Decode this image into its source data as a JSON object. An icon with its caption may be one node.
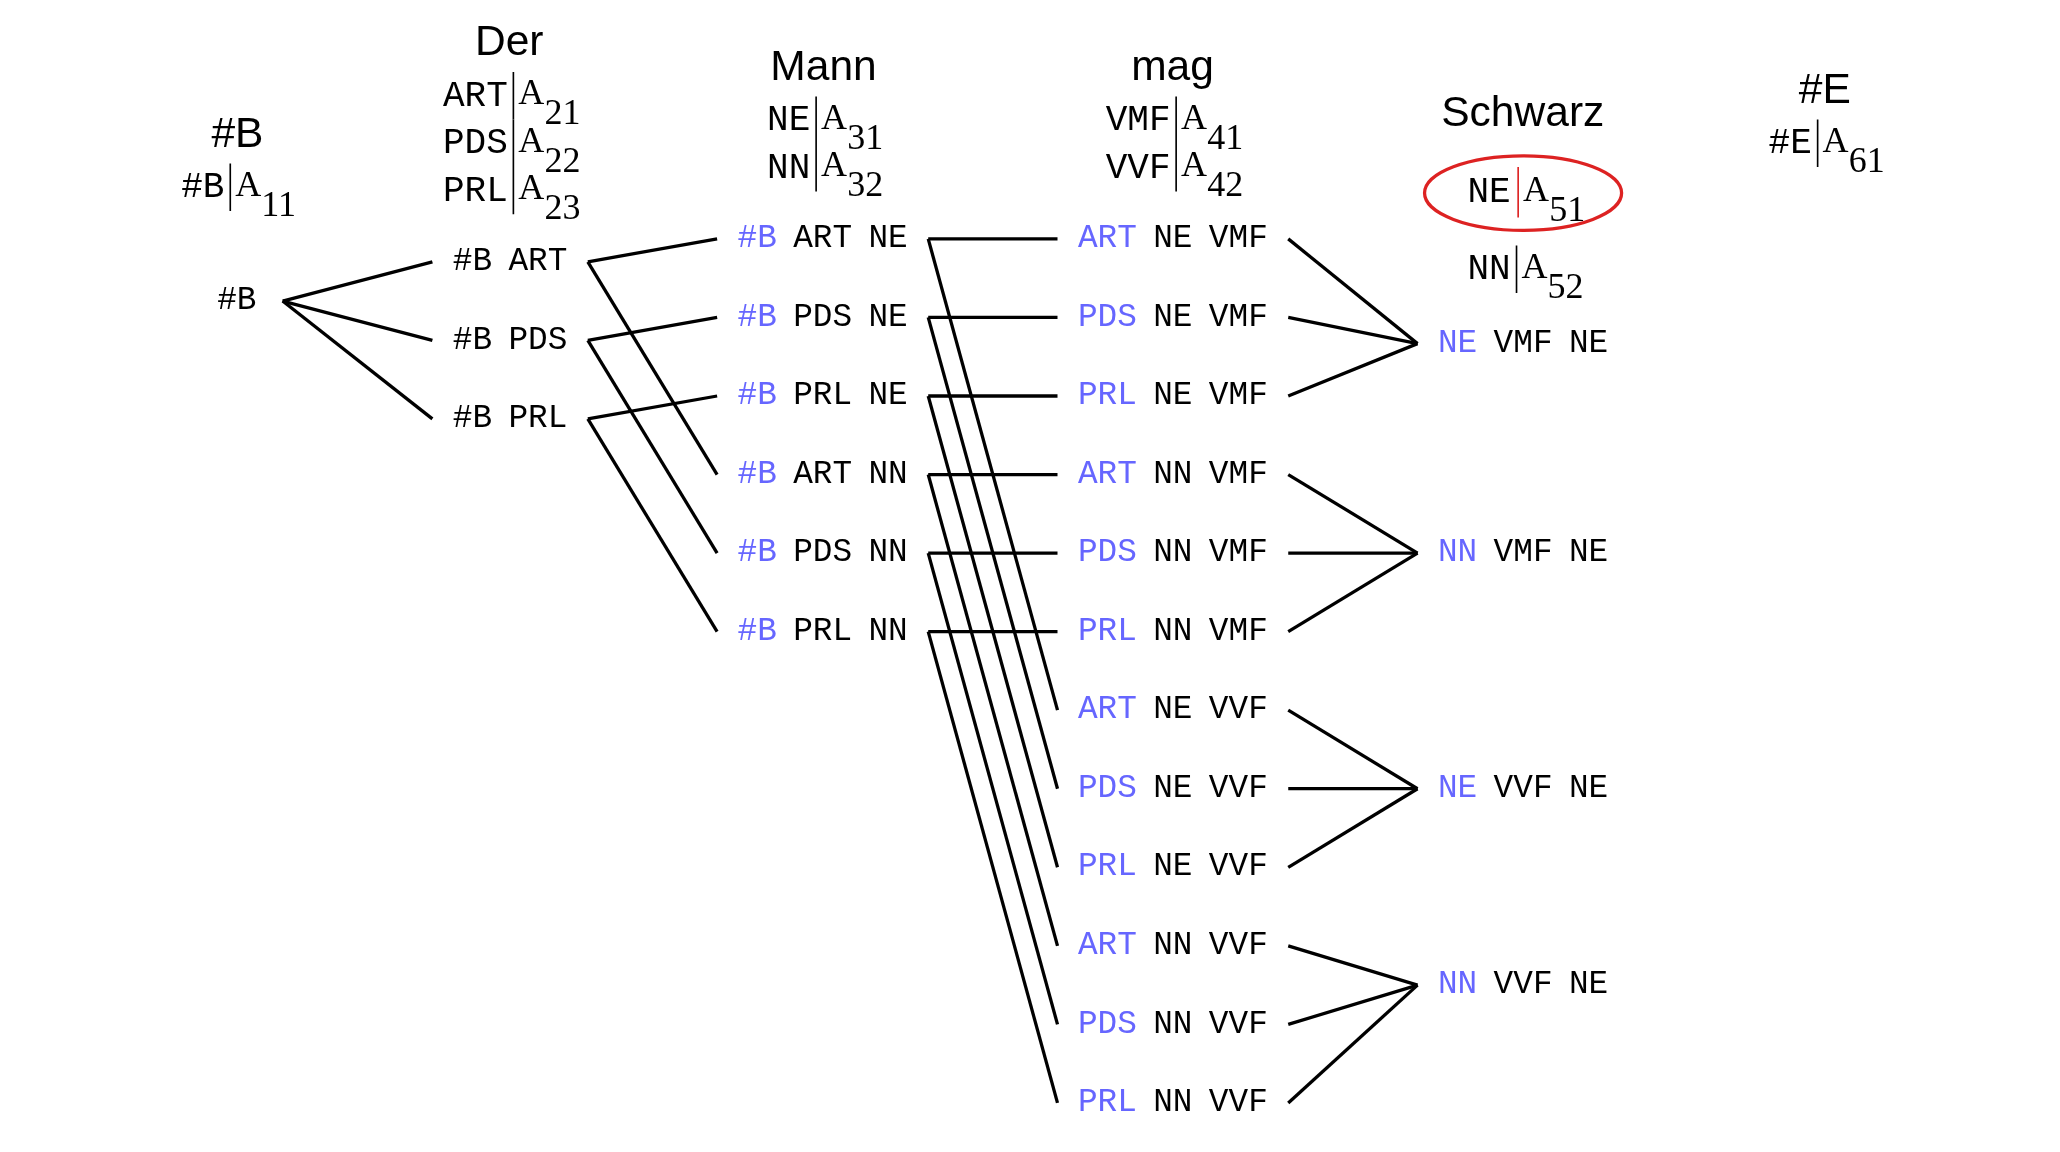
{
  "diagram": {
    "nodes": [
      {
        "text": [
          "#B"
        ]
      },
      {
        "text": [
          "#B ART"
        ]
      },
      {
        "text": [
          "#B PDS"
        ]
      },
      {
        "text": [
          "#B PRL"
        ]
      },
      {
        "text": [
          "#B ART NE"
        ]
      },
      {
        "text": [
          "#B PDS NE"
        ]
      },
      {
        "text": [
          "#B PRL NE"
        ]
      },
      {
        "text": [
          "#B ART NN"
        ]
      },
      {
        "text": [
          "#B PDS NN"
        ]
      },
      {
        "text": [
          "#B PRL NN"
        ]
      },
      {
        "text": [
          "ART NE VMF"
        ]
      },
      {
        "text": [
          "PDS NE VMF"
        ]
      },
      {
        "text": [
          "PRL NE VMF"
        ]
      },
      {
        "text": [
          "ART NN VMF"
        ]
      },
      {
        "text": [
          "PDS NN VMF"
        ]
      },
      {
        "text": [
          "PRL NN VMF"
        ]
      },
      {
        "text": [
          "ART NE VVF"
        ]
      },
      {
        "text": [
          "PDS NE VVF"
        ]
      },
      {
        "text": [
          "PRL NE VVF"
        ]
      },
      {
        "text": [
          "ART NN VVF"
        ]
      },
      {
        "text": [
          "PDS NN VVF"
        ]
      },
      {
        "text": [
          "PRL NN VVF"
        ]
      },
      {
        "text": [
          "NE VMF NE"
        ]
      },
      {
        "text": [
          "NN VMF NE"
        ]
      },
      {
        "text": [
          "NE VVF NE"
        ]
      },
      {
        "text": [
          "NN VVF NE"
        ]
      },
      {
        "text": [
          "NE",
          "A$_{51}$"
        ]
      }
    ],
    "edges": [
      {
        "from": 0,
        "to": 1,
        "arrow": "none"
      },
      {
        "from": 0,
        "to": 2,
        "arrow": "none"
      },
      {
        "from": 0,
        "to": 3,
        "arrow": "none"
      },
      {
        "from": 1,
        "to": 4,
        "arrow": "none"
      },
      {
        "from": 1,
        "to": 7,
        "arrow": "none"
      },
      {
        "from": 2,
        "to": 5,
        "arrow": "none"
      },
      {
        "from": 2,
        "to": 8,
        "arrow": "none"
      },
      {
        "from": 3,
        "to": 6,
        "arrow": "none"
      },
      {
        "from": 3,
        "to": 9,
        "arrow": "none"
      },
      {
        "from": 4,
        "to": 10,
        "arrow": "none"
      },
      {
        "from": 4,
        "to": 16,
        "arrow": "none"
      },
      {
        "from": 5,
        "to": 11,
        "arrow": "none"
      },
      {
        "from": 5,
        "to": 17,
        "arrow": "none"
      },
      {
        "from": 6,
        "to": 12,
        "arrow": "none"
      },
      {
        "from": 6,
        "to": 18,
        "arrow": "none"
      },
      {
        "from": 7,
        "to": 13,
        "arrow": "none"
      },
      {
        "from": 7,
        "to": 19,
        "arrow": "none"
      },
      {
        "from": 8,
        "to": 14,
        "arrow": "none"
      },
      {
        "from": 8,
        "to": 20,
        "arrow": "none"
      },
      {
        "from": 9,
        "to": 15,
        "arrow": "none"
      },
      {
        "from": 9,
        "to": 21,
        "arrow": "none"
      },
      {
        "from": 10,
        "to": 22,
        "arrow": "none"
      },
      {
        "from": 11,
        "to": 22,
        "arrow": "none"
      },
      {
        "from": 12,
        "to": 22,
        "arrow": "none"
      },
      {
        "from": 13,
        "to": 23,
        "arrow": "none"
      },
      {
        "from": 14,
        "to": 23,
        "arrow": "none"
      },
      {
        "from": 15,
        "to": 23,
        "arrow": "none"
      },
      {
        "from": 16,
        "to": 24,
        "arrow": "none"
      },
      {
        "from": 17,
        "to": 24,
        "arrow": "none"
      },
      {
        "from": 18,
        "to": 24,
        "arrow": "none"
      },
      {
        "from": 19,
        "to": 25,
        "arrow": "none"
      },
      {
        "from": 20,
        "to": 25,
        "arrow": "none"
      },
      {
        "from": 21,
        "to": 25,
        "arrow": "none"
      }
    ],
    "labels": [
      "#B",
      "#B",
      "A$_{11}$",
      "Der",
      "ART",
      "A$_{21}$",
      "PDS",
      "A$_{22}$",
      "PRL",
      "A$_{23}$",
      "Mann",
      "NE",
      "A$_{31}$",
      "NN",
      "A$_{32}$",
      "mag",
      "VMF",
      "A$_{41}$",
      "VVF",
      "A$_{42}$",
      "Schwarz",
      "NN",
      "A$_{52}$",
      "#E",
      "#E",
      "A$_{61}$"
    ]
  }
}
